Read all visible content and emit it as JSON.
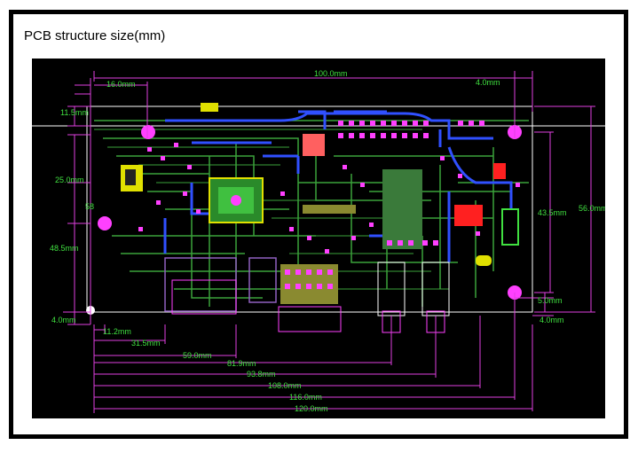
{
  "title": "PCB structure size(mm)",
  "colors": {
    "background": "#000000",
    "dimension": "#e040e0",
    "label": "#40e040",
    "trace_green": "#3aa23a",
    "trace_blue": "#3050ff",
    "pad_magenta": "#ff40ff",
    "pad_yellow": "#e0e000",
    "component_red": "#ff2020",
    "board_outline": "#ffffff"
  },
  "dimensions": {
    "top_overall": "100.0mm",
    "top_left": "16.0mm",
    "top_right": "4.0mm",
    "left_upper": "11.5mm",
    "left_mid": "25.0mm",
    "left_lower": "48.5mm",
    "left_bottom": "4.0mm",
    "right_tall": "56.0mm",
    "right_mid": "43.5mm",
    "right_lower": "5.0mm",
    "right_bottom": "4.0mm",
    "side_mark": "58",
    "bottom": [
      "11.2mm",
      "31.5mm",
      "59.0mm",
      "81.9mm",
      "93.8mm",
      "108.0mm",
      "116.0mm",
      "120.0mm"
    ]
  }
}
